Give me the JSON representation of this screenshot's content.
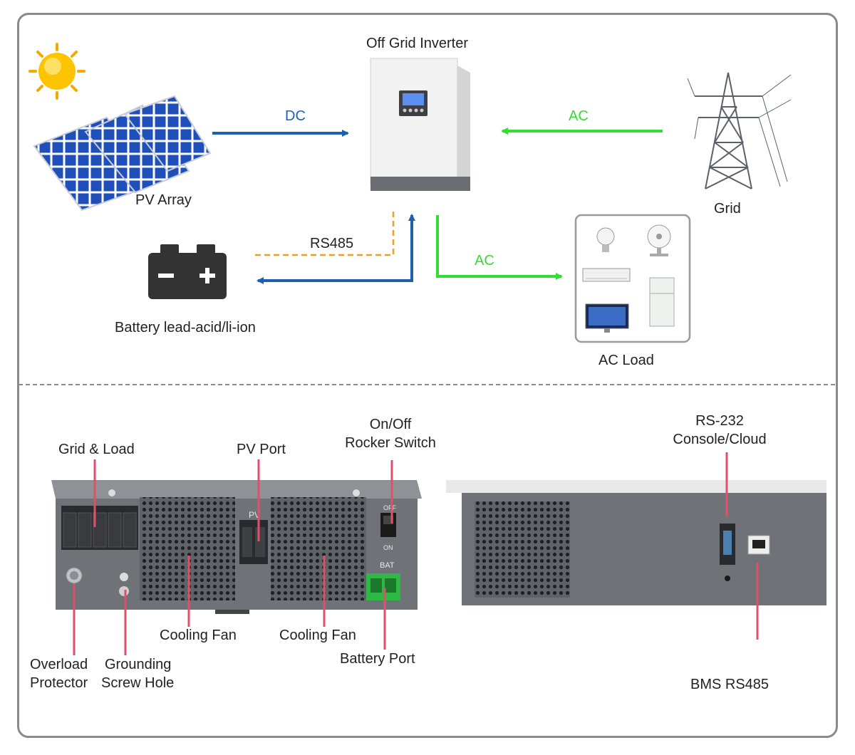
{
  "top": {
    "inverter_label": "Off Grid Inverter",
    "pv_label": "PV Array",
    "grid_label": "Grid",
    "battery_label": "Battery lead-acid/li-ion",
    "load_label": "AC Load",
    "flow_dc": "DC",
    "flow_ac_grid": "AC",
    "flow_ac_load": "AC",
    "flow_rs485": "RS485"
  },
  "bottom": {
    "grid_load": "Grid & Load",
    "pv_port": "PV Port",
    "switch_line1": "On/Off",
    "switch_line2": "Rocker Switch",
    "cooling_fan_1": "Cooling Fan",
    "cooling_fan_2": "Cooling Fan",
    "battery_port": "Battery Port",
    "overload_line1": "Overload",
    "overload_line2": "Protector",
    "ground_line1": "Grounding",
    "ground_line2": "Screw Hole",
    "rs232_line1": "RS-232",
    "rs232_line2": "Console/Cloud",
    "bms": "BMS RS485",
    "panel_pv_mark": "PV",
    "panel_bat_mark": "BAT",
    "panel_off_mark": "OFF",
    "panel_on_mark": "ON"
  },
  "colors": {
    "dc_blue": "#1f5fb0",
    "ac_green": "#33dd33",
    "rs485_orange": "#f0a020",
    "callout_red": "#e0506a",
    "frame_gray": "#8a8a8a"
  }
}
